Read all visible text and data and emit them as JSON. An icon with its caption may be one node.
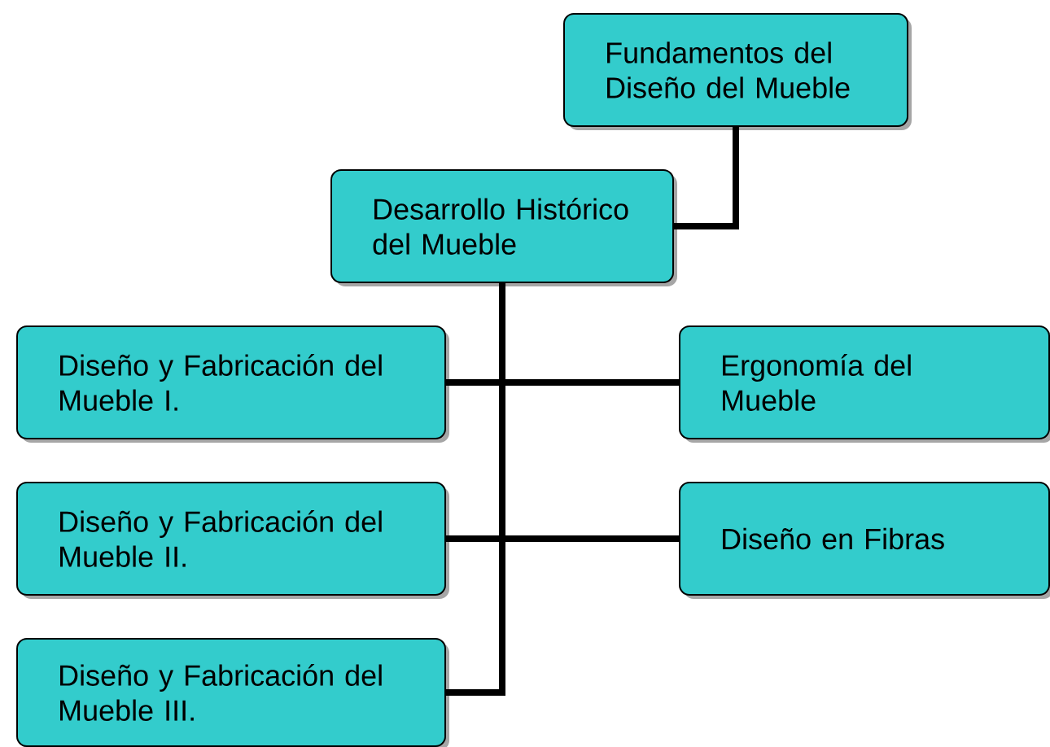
{
  "diagram": {
    "nodes": [
      {
        "text": [
          "Fundamentos del Diseño del Mueble"
        ]
      },
      {
        "text": [
          "Desarrollo Histórico del Mueble"
        ]
      },
      {
        "text": [
          "Diseño y Fabricación del Mueble I."
        ]
      },
      {
        "text": [
          "Ergonomía del Mueble"
        ]
      },
      {
        "text": [
          "Diseño y Fabricación del Mueble II."
        ]
      },
      {
        "text": [
          "Diseño en Fibras"
        ]
      },
      {
        "text": [
          "Diseño y Fabricación del Mueble III."
        ]
      }
    ],
    "edges": [
      {
        "from": 0,
        "to": 1,
        "arrow": "none"
      },
      {
        "from": 1,
        "to": 2,
        "arrow": "none"
      },
      {
        "from": 1,
        "to": 3,
        "arrow": "none"
      },
      {
        "from": 1,
        "to": 4,
        "arrow": "none"
      },
      {
        "from": 1,
        "to": 5,
        "arrow": "none"
      },
      {
        "from": 1,
        "to": 6,
        "arrow": "none"
      }
    ]
  }
}
